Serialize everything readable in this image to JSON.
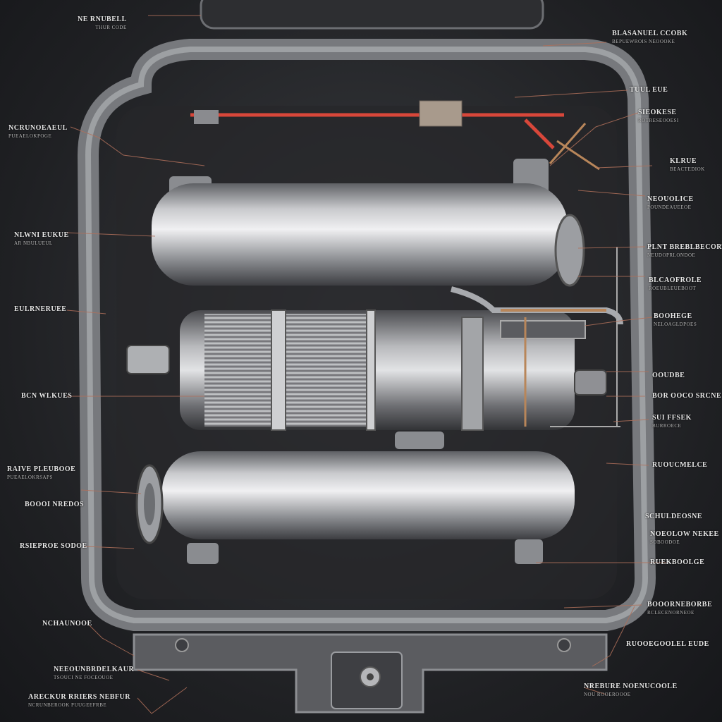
{
  "colors": {
    "background": "#1f2023",
    "metal_light": "#d9d9d9",
    "metal_dark": "#5a5a5e",
    "leader_line": "#b0705a",
    "red_tube": "#d8473a",
    "copper_pipe": "#b8865a"
  },
  "labels": {
    "l1": {
      "title": "NE RNUBELL",
      "sub": "THUR CODE"
    },
    "l2": {
      "title": "NCRUNOEAEUL",
      "sub": "PUEAELOKPOGE"
    },
    "l3": {
      "title": "NLWNI EUKUE",
      "sub": "AR NBULUEUL"
    },
    "l4": {
      "title": "EULRNERUEE",
      "sub": ""
    },
    "l5": {
      "title": "BCN WLKUES",
      "sub": ""
    },
    "l6": {
      "title": "RAIVE PLEUBOOE",
      "sub": "PUEAELOKRSAPS"
    },
    "l7": {
      "title": "BOOOI NREDOS",
      "sub": ""
    },
    "l8": {
      "title": "RSIEPROE SODOE",
      "sub": ""
    },
    "l9": {
      "title": "NCHAUNOOE",
      "sub": ""
    },
    "l10": {
      "title": "NEEOUNBRDELKAUR",
      "sub": "TSOUCI NE FOCEOUOE"
    },
    "l11": {
      "title": "ARECKUR RRIERS NEBFUR",
      "sub": "NCRUNBEROOK PUUGEEFRBE"
    },
    "r1": {
      "title": "BLASANUEL CCOBK",
      "sub": "BEPUEWROIS NEOOOKE"
    },
    "r2": {
      "title": "TUUL EUE",
      "sub": ""
    },
    "r3": {
      "title": "SIEOKESE",
      "sub": "ROTRESEOOESI"
    },
    "r4": {
      "title": "KLRUE",
      "sub": "BEACTEDIOK"
    },
    "r5": {
      "title": "NEOUOLICE",
      "sub": "POUNDEAUEEOE"
    },
    "r6": {
      "title": "PLNT BREBLBECORT",
      "sub": "NEUDOPRLONDOE"
    },
    "r7": {
      "title": "BLCAOFROLE",
      "sub": "ROEUBLEUEBOOT"
    },
    "r8": {
      "title": "BOOHEGE",
      "sub": "NELOAGLDPOES"
    },
    "r9": {
      "title": "OOUDBE",
      "sub": ""
    },
    "r10": {
      "title": "BOR OOCO SRCNE",
      "sub": ""
    },
    "r11": {
      "title": "SUI FFSEK",
      "sub": "BURROECE"
    },
    "r12": {
      "title": "RUOUCMELCE",
      "sub": ""
    },
    "r13": {
      "title": "SCHULDEOSNE",
      "sub": ""
    },
    "r14": {
      "title": "NOEOLOW NEKEE",
      "sub": "SOBOODOE"
    },
    "r15": {
      "title": "RUEKBOOLGE",
      "sub": ""
    },
    "r16": {
      "title": "BOOORNEBORBE",
      "sub": "RCLECENORNEOE"
    },
    "r17": {
      "title": "RUOOEGOOLEL EUDE",
      "sub": ""
    },
    "r18": {
      "title": "NREBURE NOENUCOOLE",
      "sub": "NOU ROOEROOOE"
    }
  }
}
